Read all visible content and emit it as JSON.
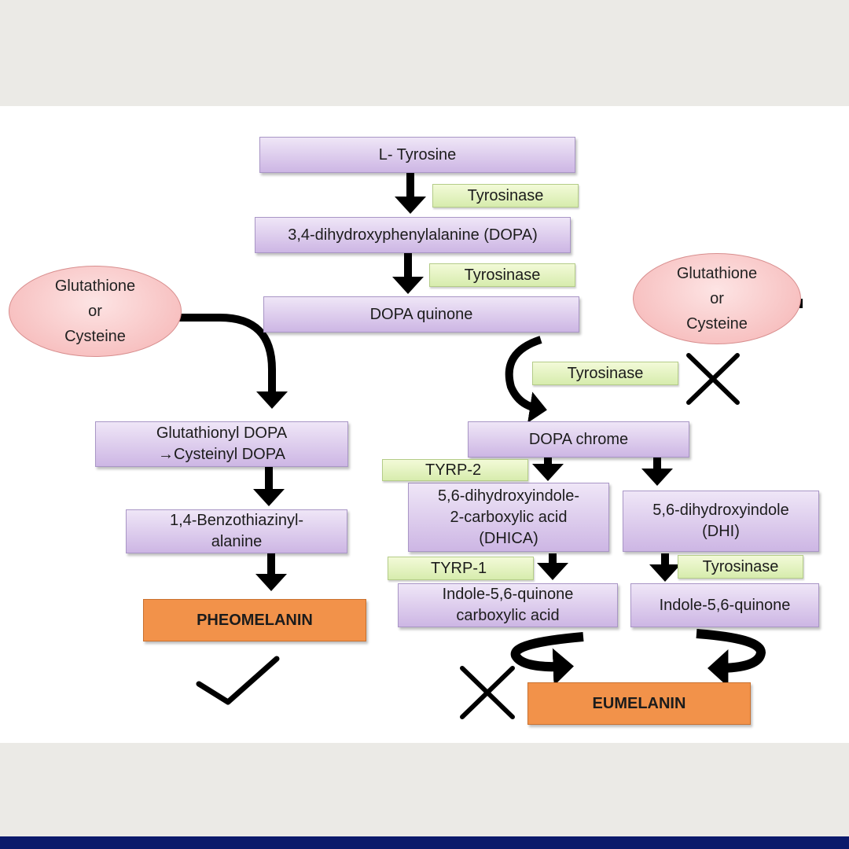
{
  "nodes": {
    "l_tyrosine": "L- Tyrosine",
    "dopa": "3,4-dihydroxyphenylalanine (DOPA)",
    "dopa_quinone": "DOPA quinone",
    "dopa_chrome": "DOPA chrome",
    "glutathionyl_dopa": "Glutathionyl DOPA\n→Cysteinyl DOPA",
    "benzothiazinyl": "1,4-Benzothiazinyl-\nalanine",
    "pheomelanin": "PHEOMELANIN",
    "dhica": "5,6-dihydroxyindole-\n2-carboxylic acid\n(DHICA)",
    "dhi": "5,6-dihydroxyindole\n(DHI)",
    "indole_quinone_carboxylic": "Indole-5,6-quinone\ncarboxylic acid",
    "indole_quinone": "Indole-5,6-quinone",
    "eumelanin": "EUMELANIN"
  },
  "enzymes": {
    "tyrosinase_1": "Tyrosinase",
    "tyrosinase_2": "Tyrosinase",
    "tyrosinase_3": "Tyrosinase",
    "tyrosinase_4": "Tyrosinase",
    "tyrp2": "TYRP-2",
    "tyrp1": "TYRP-1"
  },
  "ellipses": {
    "left": "Glutathione\nor\nCysteine",
    "right": "Glutathione\nor\nCysteine"
  },
  "colors": {
    "compound_box": "#d9c8ec",
    "enzyme_box": "#e2f2c1",
    "product_box": "#f2924a",
    "modifier_ellipse": "#f8c6c6",
    "arrow": "#000000",
    "bottom_bar": "#0b1a6b"
  }
}
